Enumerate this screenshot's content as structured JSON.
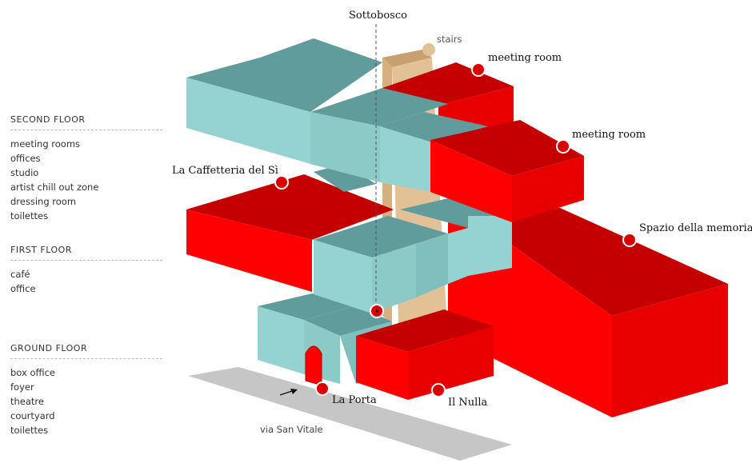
{
  "legend": {
    "second_floor": {
      "title": "SECOND FLOOR",
      "items": [
        "meeting rooms",
        "offices",
        "studio",
        "artist chill out zone",
        "dressing room",
        "toilettes"
      ]
    },
    "first_floor": {
      "title": "FIRST FLOOR",
      "items": [
        "café",
        "office"
      ]
    },
    "ground_floor": {
      "title": "GROUND FLOOR",
      "items": [
        "box office",
        "foyer",
        "theatre",
        "courtyard",
        "toilettes"
      ]
    }
  },
  "labels": {
    "sottobosco": "Sottobosco",
    "stairs": "stairs",
    "meeting_room_1": "meeting room",
    "meeting_room_2": "meeting room",
    "caffetteria": "La Caffetteria del Sì",
    "spazio": "Spazio della memoria",
    "la_porta": "La Porta",
    "il_nulla": "Il Nulla",
    "street": "via San Vitale"
  },
  "colors": {
    "teal_top": "#5f9c9b",
    "teal_front": "#94d3d1",
    "teal_side": "#7fbfbd",
    "red_top": "#c40000",
    "red_front": "#ff0000",
    "red_side": "#e00000",
    "stair": "#e3c196",
    "stair_dark": "#c8a070",
    "street": "#c6c6c6",
    "marker": "#dd0000"
  }
}
